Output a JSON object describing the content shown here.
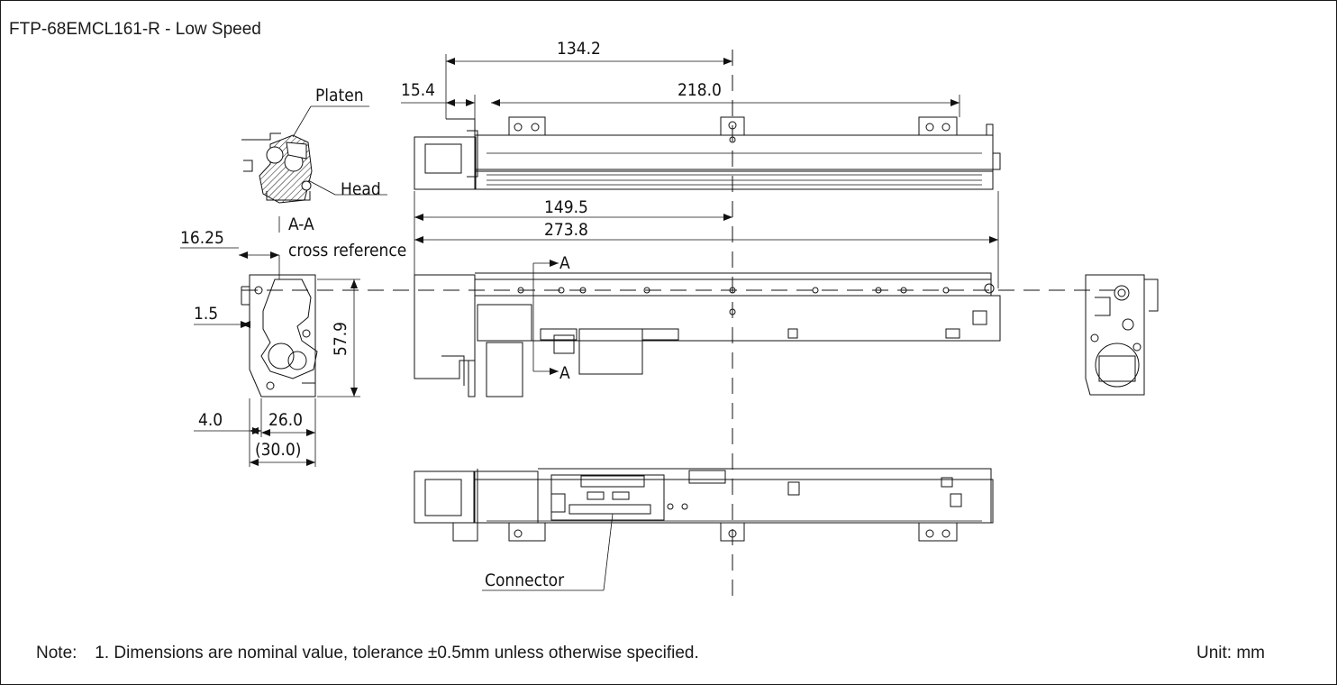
{
  "title": "FTP-68EMCL161-R - Low Speed",
  "note": {
    "label": "Note:",
    "text": "1. Dimensions are nominal value, tolerance ±0.5mm unless otherwise specified."
  },
  "unit": "Unit: mm",
  "labels": {
    "platen": "Platen",
    "head": "Head",
    "section": "A-A",
    "cross_reference": "cross reference",
    "connector": "Connector",
    "section_mark_top": "A",
    "section_mark_bottom": "A"
  },
  "dimensions": {
    "d134_2": "134.2",
    "d15_4": "15.4",
    "d218_0": "218.0",
    "d149_5": "149.5",
    "d273_8": "273.8",
    "d16_25": "16.25",
    "d1_5": "1.5",
    "d57_9": "57.9",
    "d4_0": "4.0",
    "d26_0": "26.0",
    "d30_0": "(30.0)"
  }
}
